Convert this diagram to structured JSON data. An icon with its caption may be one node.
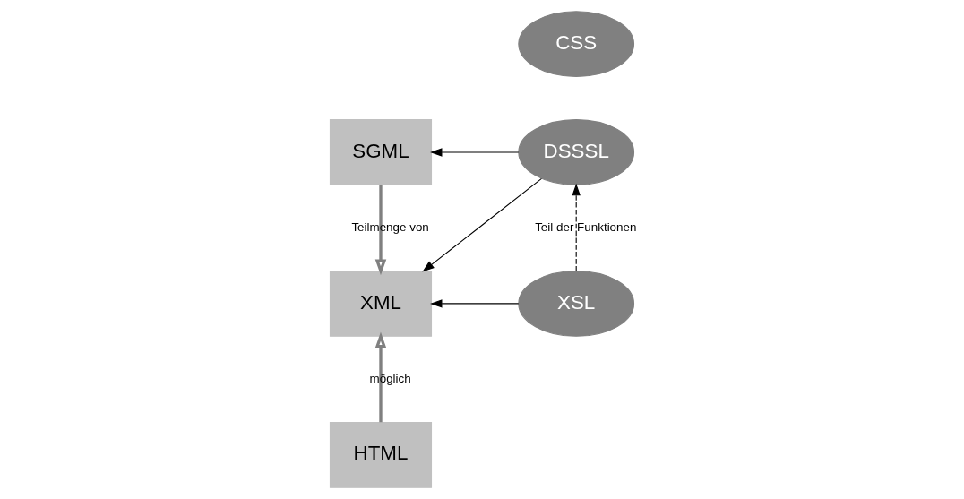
{
  "diagram": {
    "nodes": [
      {
        "text": [
          "SGML"
        ]
      },
      {
        "text": [
          "XML"
        ]
      },
      {
        "text": [
          "HTML"
        ]
      },
      {
        "text": [
          "DSSSL"
        ]
      },
      {
        "text": [
          "XSL"
        ]
      },
      {
        "text": [
          "CSS"
        ]
      }
    ],
    "edges": [
      {
        "from": 3,
        "to": 0,
        "arrow": "to"
      },
      {
        "from": 3,
        "to": 1,
        "arrow": "to"
      },
      {
        "from": 4,
        "to": 1,
        "arrow": "to"
      },
      {
        "from": 4,
        "to": 3,
        "arrow": "to",
        "style": "dashed",
        "label": "Teil der Funktionen"
      },
      {
        "from": 0,
        "to": 1,
        "arrow": "to",
        "style": "thick",
        "color": "#808080",
        "label": "Teilmenge von"
      },
      {
        "from": 2,
        "to": 1,
        "arrow": "to",
        "style": "thick",
        "color": "#808080",
        "label": "möglich"
      }
    ]
  }
}
